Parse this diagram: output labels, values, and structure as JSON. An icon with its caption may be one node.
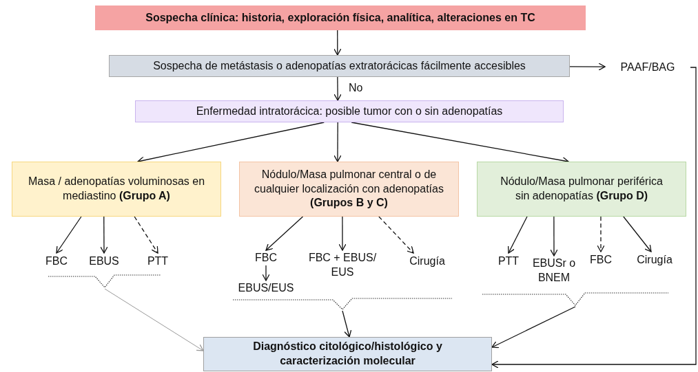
{
  "diagram": {
    "nodes": [
      {
        "text": [
          "Sospecha clínica: historia, exploración física, analítica, alteraciones en TC"
        ]
      },
      {
        "text": [
          "Sospecha de metástasis o adenopatías extratorácicas fácilmente accesibles"
        ]
      },
      {
        "text": [
          "PAAF/BAG"
        ]
      },
      {
        "text": [
          "Enfermedad intratorácica: posible tumor con o sin adenopatías"
        ]
      },
      {
        "text": [
          "Masa / adenopatías voluminosas en mediastino **(Grupo A)**"
        ]
      },
      {
        "text": [
          "Nódulo/Masa pulmonar central o de cualquier localización con adenopatías **(Grupos B y C)**"
        ]
      },
      {
        "text": [
          "Nódulo/Masa pulmonar periférica sin adenopatías **(Grupo D)**"
        ]
      },
      {
        "text": [
          "FBC"
        ]
      },
      {
        "text": [
          "EBUS"
        ]
      },
      {
        "text": [
          "PTT"
        ]
      },
      {
        "text": [
          "FBC"
        ]
      },
      {
        "text": [
          "EBUS/EUS"
        ]
      },
      {
        "text": [
          "FBC + EBUS/ EUS"
        ]
      },
      {
        "text": [
          "Cirugía"
        ]
      },
      {
        "text": [
          "PTT"
        ]
      },
      {
        "text": [
          "EBUSr o BNEM"
        ]
      },
      {
        "text": [
          "FBC"
        ]
      },
      {
        "text": [
          "Cirugía"
        ]
      },
      {
        "text": [],
        "shape": "brace"
      },
      {
        "text": [],
        "shape": "brace"
      },
      {
        "text": [],
        "shape": "brace"
      },
      {
        "text": [
          "Diagnóstico citológico/histológico y caracterización molecular"
        ]
      }
    ],
    "edges": [
      {
        "from": 0,
        "to": 1,
        "arrow": "to"
      },
      {
        "from": 1,
        "to": 2,
        "arrow": "to"
      },
      {
        "from": 1,
        "to": 3,
        "arrow": "to",
        "label": "No"
      },
      {
        "from": 3,
        "to": 4,
        "arrow": "to"
      },
      {
        "from": 3,
        "to": 5,
        "arrow": "to"
      },
      {
        "from": 3,
        "to": 6,
        "arrow": "to"
      },
      {
        "from": 4,
        "to": 7,
        "arrow": "to"
      },
      {
        "from": 4,
        "to": 8,
        "arrow": "to"
      },
      {
        "from": 4,
        "to": 9,
        "arrow": "to",
        "style": "dashed"
      },
      {
        "from": 5,
        "to": 10,
        "arrow": "to"
      },
      {
        "from": 10,
        "to": 11,
        "arrow": "to"
      },
      {
        "from": 5,
        "to": 12,
        "arrow": "to"
      },
      {
        "from": 5,
        "to": 13,
        "arrow": "to",
        "style": "dashed"
      },
      {
        "from": 6,
        "to": 14,
        "arrow": "to"
      },
      {
        "from": 6,
        "to": 15,
        "arrow": "to"
      },
      {
        "from": 6,
        "to": 16,
        "arrow": "to",
        "style": "dashed"
      },
      {
        "from": 6,
        "to": 17,
        "arrow": "to"
      },
      {
        "from": 18,
        "to": 21,
        "arrow": "to",
        "color": "#999999"
      },
      {
        "from": 19,
        "to": 21,
        "arrow": "to"
      },
      {
        "from": 20,
        "to": 21,
        "arrow": "to"
      },
      {
        "from": 2,
        "to": 21,
        "arrow": "to"
      }
    ]
  }
}
